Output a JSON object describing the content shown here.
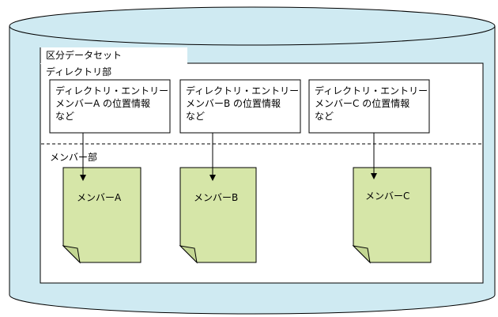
{
  "dataset": {
    "title": "区分データセット"
  },
  "directory_section": {
    "label": "ディレクトリ部",
    "entries": [
      {
        "lines": [
          "ディレクトリ・エントリー",
          "メンバーA の位置情報",
          "など"
        ]
      },
      {
        "lines": [
          "ディレクトリ・エントリー",
          "メンバーB の位置情報",
          "など"
        ]
      },
      {
        "lines": [
          "ディレクトリ・エントリー",
          "メンバーC の位置情報",
          "など"
        ]
      }
    ]
  },
  "member_section": {
    "label": "メンバー部",
    "members": [
      {
        "label": "メンバーA"
      },
      {
        "label": "メンバーB"
      },
      {
        "label": "メンバーC"
      }
    ]
  },
  "colors": {
    "cylinder_fill": "#cfeaf2",
    "member_fill": "#d6e6a8",
    "member_fold": "#c3d692",
    "line": "#000000"
  }
}
